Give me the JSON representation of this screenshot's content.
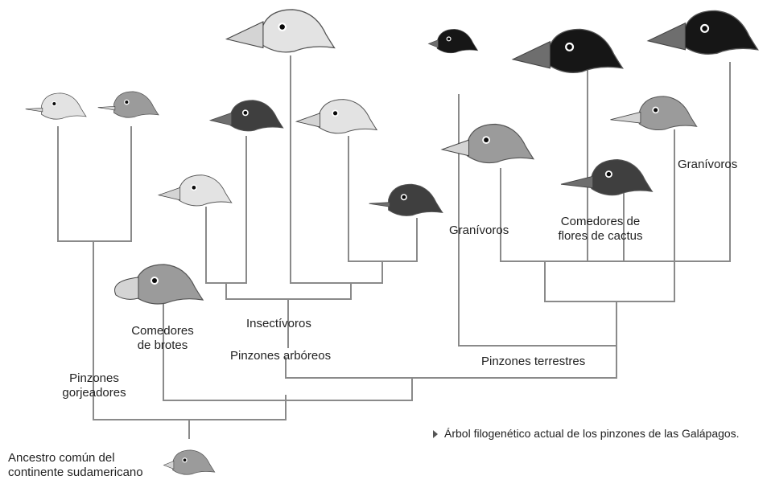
{
  "colors": {
    "line": "#8a8a8a",
    "head_light": "#e3e3e3",
    "head_mid": "#9b9b9b",
    "head_dark": "#3f3f3f",
    "head_black": "#161616",
    "beak_light": "#d4d4d4",
    "beak_dark": "#6e6e6e",
    "eye": "#0a0a0a"
  },
  "labels": {
    "ancestro": [
      "Ancestro común del",
      "continente sudamericano"
    ],
    "gorjeadores": [
      "Pinzones",
      "gorjeadores"
    ],
    "brotes": [
      "Comedores",
      "de brotes"
    ],
    "insectivoros": "Insectívoros",
    "arboreos": "Pinzones arbóreos",
    "terrestres": "Pinzones terrestres",
    "granivoros_left": "Granívoros",
    "cactus": [
      "Comedores de",
      "flores de cactus"
    ],
    "granivoros_right": "Granívoros"
  },
  "caption": "Árbol filogenético actual de los pinzones de las Galápagos.",
  "finches": [
    {
      "id": "ancestro",
      "shade": "mid",
      "beak": "small"
    },
    {
      "id": "gorjeador-1",
      "shade": "light",
      "beak": "thin"
    },
    {
      "id": "gorjeador-2",
      "shade": "mid",
      "beak": "thin"
    },
    {
      "id": "comedor-brotes",
      "shade": "mid",
      "beak": "parrot"
    },
    {
      "id": "arboreo-1",
      "shade": "light",
      "beak": "medium"
    },
    {
      "id": "arboreo-2",
      "shade": "dark",
      "beak": "medium"
    },
    {
      "id": "arboreo-3",
      "shade": "light",
      "beak": "large"
    },
    {
      "id": "arboreo-4",
      "shade": "light",
      "beak": "medium"
    },
    {
      "id": "arboreo-5",
      "shade": "dark",
      "beak": "thin"
    },
    {
      "id": "terrestre-1",
      "shade": "black",
      "beak": "small"
    },
    {
      "id": "terrestre-2",
      "shade": "mid",
      "beak": "medium"
    },
    {
      "id": "terrestre-3",
      "shade": "black",
      "beak": "large"
    },
    {
      "id": "terrestre-4",
      "shade": "dark",
      "beak": "long"
    },
    {
      "id": "terrestre-5",
      "shade": "mid",
      "beak": "long"
    },
    {
      "id": "terrestre-6",
      "shade": "black",
      "beak": "large"
    }
  ]
}
